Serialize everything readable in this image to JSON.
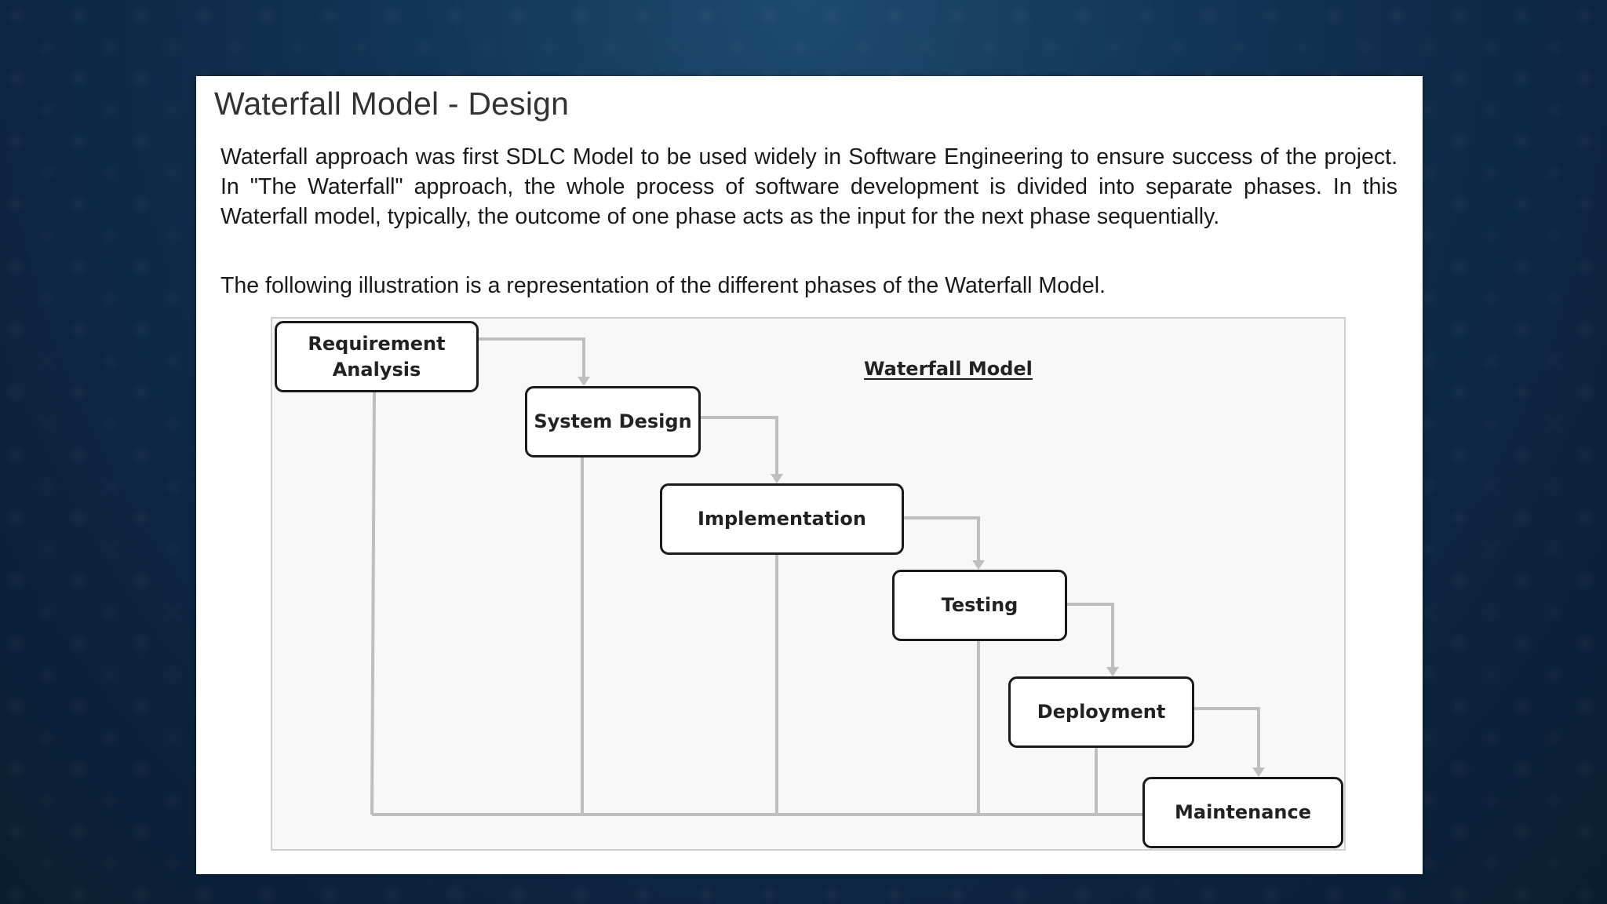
{
  "slide": {
    "title": "Waterfall Model - Design",
    "paragraph_1": "Waterfall approach was first SDLC Model to be used widely in Software Engineering to ensure success of the project. In \"The Waterfall\" approach, the whole process of software development is divided into separate phases. In this Waterfall model, typically, the outcome of one phase acts as the input for the next phase sequentially.",
    "paragraph_2": "The following illustration is a representation of the different phases of the Waterfall Model."
  },
  "diagram": {
    "title": "Waterfall Model",
    "phases": [
      {
        "id": "requirement-analysis",
        "label": "Requirement Analysis"
      },
      {
        "id": "system-design",
        "label": "System Design"
      },
      {
        "id": "implementation",
        "label": "Implementation"
      },
      {
        "id": "testing",
        "label": "Testing"
      },
      {
        "id": "deployment",
        "label": "Deployment"
      },
      {
        "id": "maintenance",
        "label": "Maintenance"
      }
    ],
    "colors": {
      "box_border": "#1a1a1a",
      "connector": "#bfbfbf",
      "panel_background": "#f8f8f8",
      "slide_background": "#0f2b48"
    }
  }
}
